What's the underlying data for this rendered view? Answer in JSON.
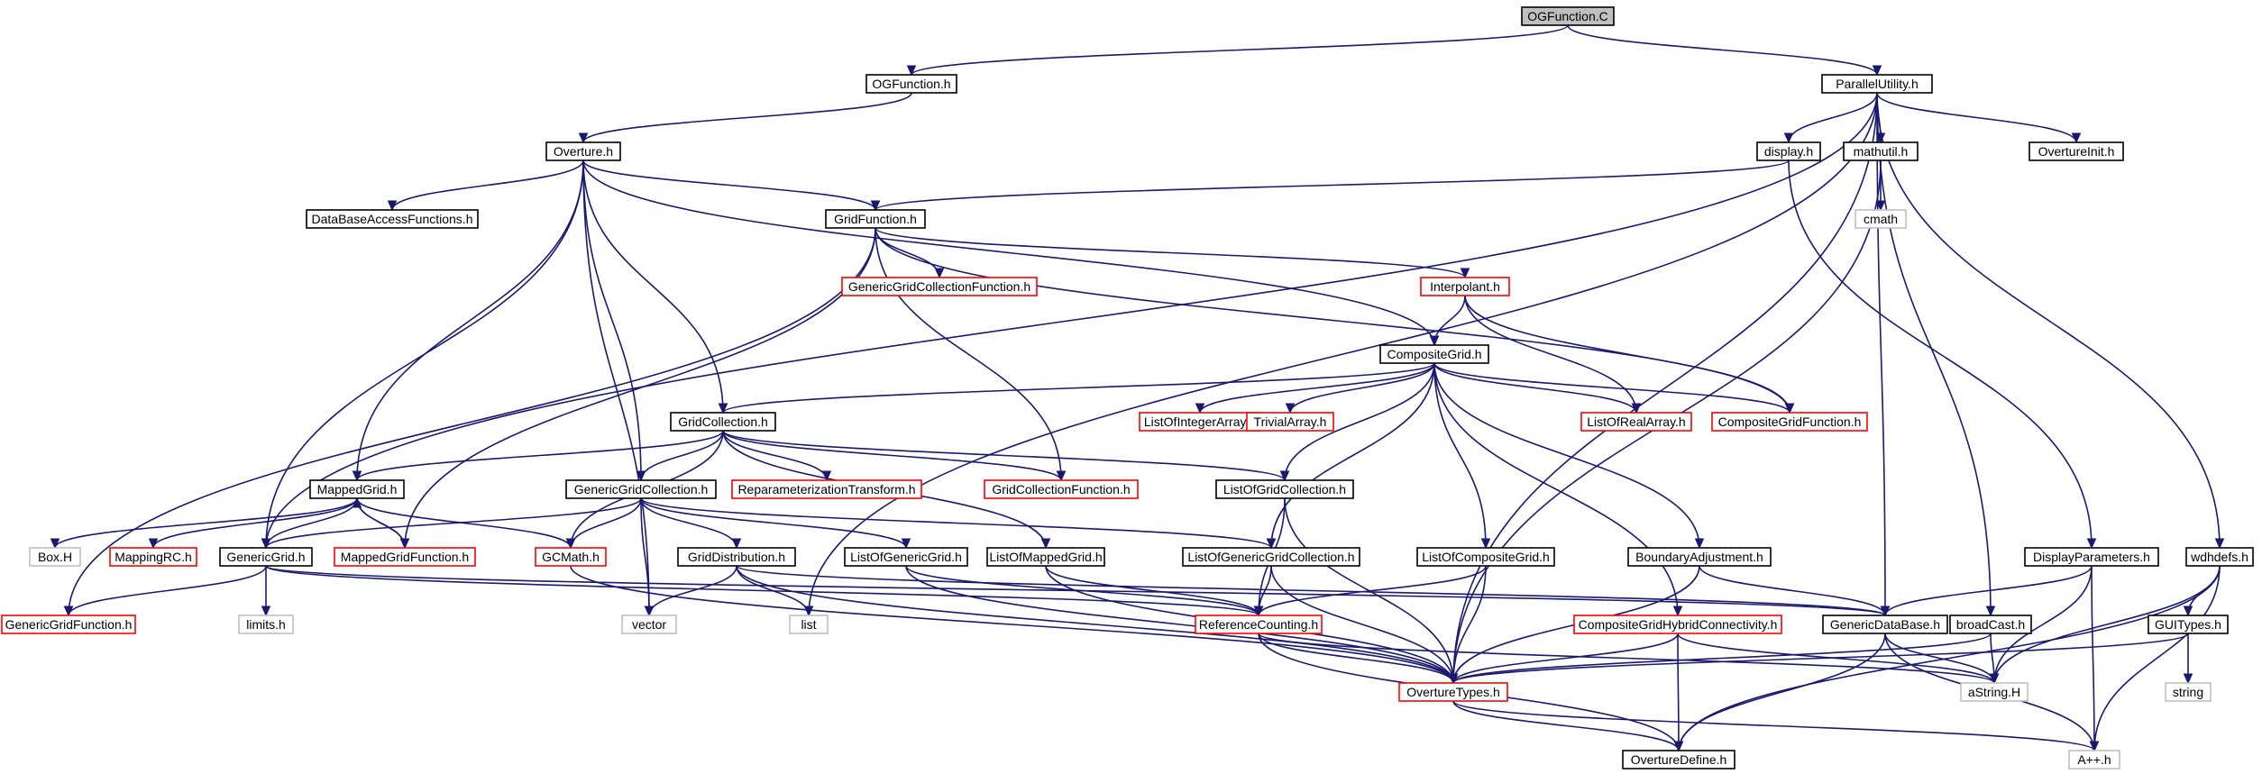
{
  "nodes": [
    {
      "id": "OGFunction.C",
      "label": "OGFunction.C",
      "kind": "root"
    },
    {
      "id": "OGFunction.h",
      "label": "OGFunction.h",
      "kind": "normal"
    },
    {
      "id": "ParallelUtility.h",
      "label": "ParallelUtility.h",
      "kind": "normal"
    },
    {
      "id": "Overture.h",
      "label": "Overture.h",
      "kind": "normal"
    },
    {
      "id": "display.h",
      "label": "display.h",
      "kind": "normal"
    },
    {
      "id": "mathutil.h",
      "label": "mathutil.h",
      "kind": "normal"
    },
    {
      "id": "OvertureInit.h",
      "label": "OvertureInit.h",
      "kind": "normal"
    },
    {
      "id": "cmath",
      "label": "cmath",
      "kind": "system"
    },
    {
      "id": "DataBaseAccessFunctions.h",
      "label": "DataBaseAccessFunctions.h",
      "kind": "normal"
    },
    {
      "id": "GridFunction.h",
      "label": "GridFunction.h",
      "kind": "normal"
    },
    {
      "id": "GenericGridCollectionFunction.h",
      "label": "GenericGridCollectionFunction.h",
      "kind": "truncated"
    },
    {
      "id": "Interpolant.h",
      "label": "Interpolant.h",
      "kind": "truncated"
    },
    {
      "id": "CompositeGrid.h",
      "label": "CompositeGrid.h",
      "kind": "normal"
    },
    {
      "id": "GridCollection.h",
      "label": "GridCollection.h",
      "kind": "normal"
    },
    {
      "id": "ListOfIntegerArray.h",
      "label": "ListOfIntegerArray.h",
      "kind": "truncated"
    },
    {
      "id": "TrivialArray.h",
      "label": "TrivialArray.h",
      "kind": "truncated"
    },
    {
      "id": "ListOfRealArray.h",
      "label": "ListOfRealArray.h",
      "kind": "truncated"
    },
    {
      "id": "CompositeGridFunction.h",
      "label": "CompositeGridFunction.h",
      "kind": "truncated"
    },
    {
      "id": "MappedGrid.h",
      "label": "MappedGrid.h",
      "kind": "normal"
    },
    {
      "id": "GenericGridCollection.h",
      "label": "GenericGridCollection.h",
      "kind": "normal"
    },
    {
      "id": "ReparameterizationTransform.h",
      "label": "ReparameterizationTransform.h",
      "kind": "truncated"
    },
    {
      "id": "GridCollectionFunction.h",
      "label": "GridCollectionFunction.h",
      "kind": "truncated"
    },
    {
      "id": "ListOfGridCollection.h",
      "label": "ListOfGridCollection.h",
      "kind": "normal"
    },
    {
      "id": "DisplayParameters.h",
      "label": "DisplayParameters.h",
      "kind": "normal"
    },
    {
      "id": "wdhdefs.h",
      "label": "wdhdefs.h",
      "kind": "normal"
    },
    {
      "id": "Box.H",
      "label": "Box.H",
      "kind": "system"
    },
    {
      "id": "MappingRC.h",
      "label": "MappingRC.h",
      "kind": "truncated"
    },
    {
      "id": "GenericGrid.h",
      "label": "GenericGrid.h",
      "kind": "normal"
    },
    {
      "id": "MappedGridFunction.h",
      "label": "MappedGridFunction.h",
      "kind": "truncated"
    },
    {
      "id": "GCMath.h",
      "label": "GCMath.h",
      "kind": "truncated"
    },
    {
      "id": "GridDistribution.h",
      "label": "GridDistribution.h",
      "kind": "normal"
    },
    {
      "id": "ListOfGenericGrid.h",
      "label": "ListOfGenericGrid.h",
      "kind": "normal"
    },
    {
      "id": "ListOfMappedGrid.h",
      "label": "ListOfMappedGrid.h",
      "kind": "normal"
    },
    {
      "id": "ListOfGenericGridCollection.h",
      "label": "ListOfGenericGridCollection.h",
      "kind": "normal"
    },
    {
      "id": "ListOfCompositeGrid.h",
      "label": "ListOfCompositeGrid.h",
      "kind": "normal"
    },
    {
      "id": "BoundaryAdjustment.h",
      "label": "BoundaryAdjustment.h",
      "kind": "normal"
    },
    {
      "id": "GUITypes.h",
      "label": "GUITypes.h",
      "kind": "normal"
    },
    {
      "id": "GenericGridFunction.h",
      "label": "GenericGridFunction.h",
      "kind": "truncated"
    },
    {
      "id": "limits.h",
      "label": "limits.h",
      "kind": "system"
    },
    {
      "id": "vector",
      "label": "vector",
      "kind": "system"
    },
    {
      "id": "list",
      "label": "list",
      "kind": "system"
    },
    {
      "id": "ReferenceCounting.h",
      "label": "ReferenceCounting.h",
      "kind": "truncated"
    },
    {
      "id": "CompositeGridHybridConnectivity.h",
      "label": "CompositeGridHybridConnectivity.h",
      "kind": "truncated"
    },
    {
      "id": "GenericDataBase.h",
      "label": "GenericDataBase.h",
      "kind": "normal"
    },
    {
      "id": "broadCast.h",
      "label": "broadCast.h",
      "kind": "normal"
    },
    {
      "id": "OvertureTypes.h",
      "label": "OvertureTypes.h",
      "kind": "truncated"
    },
    {
      "id": "aString.H",
      "label": "aString.H",
      "kind": "system"
    },
    {
      "id": "string",
      "label": "string",
      "kind": "system"
    },
    {
      "id": "OvertureDefine.h",
      "label": "OvertureDefine.h",
      "kind": "normal"
    },
    {
      "id": "A++.h",
      "label": "A++.h",
      "kind": "system"
    }
  ],
  "edges": [
    [
      "OGFunction.C",
      "OGFunction.h"
    ],
    [
      "OGFunction.C",
      "ParallelUtility.h"
    ],
    [
      "OGFunction.h",
      "Overture.h"
    ],
    [
      "ParallelUtility.h",
      "display.h"
    ],
    [
      "ParallelUtility.h",
      "mathutil.h"
    ],
    [
      "ParallelUtility.h",
      "OvertureInit.h"
    ],
    [
      "ParallelUtility.h",
      "wdhdefs.h"
    ],
    [
      "ParallelUtility.h",
      "GenericGrid.h"
    ],
    [
      "ParallelUtility.h",
      "list"
    ],
    [
      "ParallelUtility.h",
      "GenericDataBase.h"
    ],
    [
      "ParallelUtility.h",
      "broadCast.h"
    ],
    [
      "ParallelUtility.h",
      "OvertureTypes.h"
    ],
    [
      "Overture.h",
      "DataBaseAccessFunctions.h"
    ],
    [
      "Overture.h",
      "GridFunction.h"
    ],
    [
      "Overture.h",
      "CompositeGrid.h"
    ],
    [
      "Overture.h",
      "GridCollection.h"
    ],
    [
      "Overture.h",
      "MappedGrid.h"
    ],
    [
      "Overture.h",
      "GenericGridCollection.h"
    ],
    [
      "Overture.h",
      "GenericGrid.h"
    ],
    [
      "Overture.h",
      "vector"
    ],
    [
      "display.h",
      "GridFunction.h"
    ],
    [
      "display.h",
      "DisplayParameters.h"
    ],
    [
      "mathutil.h",
      "cmath"
    ],
    [
      "mathutil.h",
      "OvertureTypes.h"
    ],
    [
      "GridFunction.h",
      "GenericGridCollectionFunction.h"
    ],
    [
      "GridFunction.h",
      "Interpolant.h"
    ],
    [
      "GridFunction.h",
      "CompositeGridFunction.h"
    ],
    [
      "GridFunction.h",
      "GridCollectionFunction.h"
    ],
    [
      "GridFunction.h",
      "MappedGridFunction.h"
    ],
    [
      "GridFunction.h",
      "GenericGridFunction.h"
    ],
    [
      "Interpolant.h",
      "CompositeGrid.h"
    ],
    [
      "Interpolant.h",
      "ListOfRealArray.h"
    ],
    [
      "Interpolant.h",
      "CompositeGridFunction.h"
    ],
    [
      "CompositeGrid.h",
      "GridCollection.h"
    ],
    [
      "CompositeGrid.h",
      "ListOfIntegerArray.h"
    ],
    [
      "CompositeGrid.h",
      "TrivialArray.h"
    ],
    [
      "CompositeGrid.h",
      "ListOfRealArray.h"
    ],
    [
      "CompositeGrid.h",
      "CompositeGridFunction.h"
    ],
    [
      "CompositeGrid.h",
      "ListOfGridCollection.h"
    ],
    [
      "CompositeGrid.h",
      "ListOfGenericGridCollection.h"
    ],
    [
      "CompositeGrid.h",
      "ListOfCompositeGrid.h"
    ],
    [
      "CompositeGrid.h",
      "BoundaryAdjustment.h"
    ],
    [
      "CompositeGrid.h",
      "CompositeGridHybridConnectivity.h"
    ],
    [
      "GridCollection.h",
      "MappedGrid.h"
    ],
    [
      "GridCollection.h",
      "GenericGridCollection.h"
    ],
    [
      "GridCollection.h",
      "ReparameterizationTransform.h"
    ],
    [
      "GridCollection.h",
      "GridCollectionFunction.h"
    ],
    [
      "GridCollection.h",
      "ListOfGridCollection.h"
    ],
    [
      "GridCollection.h",
      "GCMath.h"
    ],
    [
      "GridCollection.h",
      "ListOfMappedGrid.h"
    ],
    [
      "MappedGrid.h",
      "Box.H"
    ],
    [
      "MappedGrid.h",
      "MappingRC.h"
    ],
    [
      "MappedGrid.h",
      "GenericGrid.h"
    ],
    [
      "MappedGrid.h",
      "MappedGridFunction.h"
    ],
    [
      "MappedGrid.h",
      "GCMath.h"
    ],
    [
      "MappedGridFunction.h",
      "MappedGrid.h"
    ],
    [
      "GenericGridCollection.h",
      "GenericGrid.h"
    ],
    [
      "GenericGridCollection.h",
      "GCMath.h"
    ],
    [
      "GenericGridCollection.h",
      "GridDistribution.h"
    ],
    [
      "GenericGridCollection.h",
      "ListOfGenericGrid.h"
    ],
    [
      "GenericGridCollection.h",
      "ListOfGenericGridCollection.h"
    ],
    [
      "GenericGridCollection.h",
      "vector"
    ],
    [
      "ListOfGridCollection.h",
      "ReferenceCounting.h"
    ],
    [
      "ListOfGridCollection.h",
      "OvertureTypes.h"
    ],
    [
      "GenericGrid.h",
      "GenericGridFunction.h"
    ],
    [
      "GenericGrid.h",
      "limits.h"
    ],
    [
      "GenericGrid.h",
      "GenericDataBase.h"
    ],
    [
      "GenericGrid.h",
      "ReferenceCounting.h"
    ],
    [
      "GCMath.h",
      "OvertureTypes.h"
    ],
    [
      "GridDistribution.h",
      "vector"
    ],
    [
      "GridDistribution.h",
      "list"
    ],
    [
      "GridDistribution.h",
      "OvertureTypes.h"
    ],
    [
      "GridDistribution.h",
      "GenericDataBase.h"
    ],
    [
      "ListOfGenericGrid.h",
      "ReferenceCounting.h"
    ],
    [
      "ListOfGenericGrid.h",
      "OvertureTypes.h"
    ],
    [
      "ListOfMappedGrid.h",
      "ReferenceCounting.h"
    ],
    [
      "ListOfMappedGrid.h",
      "OvertureTypes.h"
    ],
    [
      "ListOfGenericGridCollection.h",
      "ReferenceCounting.h"
    ],
    [
      "ListOfGenericGridCollection.h",
      "OvertureTypes.h"
    ],
    [
      "ListOfCompositeGrid.h",
      "ReferenceCounting.h"
    ],
    [
      "ListOfCompositeGrid.h",
      "OvertureTypes.h"
    ],
    [
      "BoundaryAdjustment.h",
      "GenericDataBase.h"
    ],
    [
      "BoundaryAdjustment.h",
      "OvertureTypes.h"
    ],
    [
      "CompositeGridHybridConnectivity.h",
      "OvertureTypes.h"
    ],
    [
      "CompositeGridHybridConnectivity.h",
      "OvertureDefine.h"
    ],
    [
      "CompositeGridHybridConnectivity.h",
      "aString.H"
    ],
    [
      "ReferenceCounting.h",
      "OvertureTypes.h"
    ],
    [
      "ReferenceCounting.h",
      "OvertureDefine.h"
    ],
    [
      "ReferenceCounting.h",
      "aString.H"
    ],
    [
      "GenericDataBase.h",
      "aString.H"
    ],
    [
      "GenericDataBase.h",
      "OvertureDefine.h"
    ],
    [
      "GenericDataBase.h",
      "A++.h"
    ],
    [
      "broadCast.h",
      "OvertureTypes.h"
    ],
    [
      "broadCast.h",
      "aString.H"
    ],
    [
      "DisplayParameters.h",
      "GenericDataBase.h"
    ],
    [
      "DisplayParameters.h",
      "aString.H"
    ],
    [
      "DisplayParameters.h",
      "A++.h"
    ],
    [
      "wdhdefs.h",
      "GUITypes.h"
    ],
    [
      "wdhdefs.h",
      "aString.H"
    ],
    [
      "wdhdefs.h",
      "OvertureDefine.h"
    ],
    [
      "wdhdefs.h",
      "A++.h"
    ],
    [
      "GUITypes.h",
      "string"
    ],
    [
      "GUITypes.h",
      "OvertureTypes.h"
    ],
    [
      "OvertureTypes.h",
      "OvertureDefine.h"
    ],
    [
      "OvertureTypes.h",
      "A++.h"
    ]
  ],
  "colors": {
    "edge": "#191970",
    "normal_border": "#000000",
    "truncated_border": "#ff0000",
    "system_border": "#bfbfbf",
    "root_fill": "#bfbfbf",
    "node_fill": "#ffffff"
  }
}
